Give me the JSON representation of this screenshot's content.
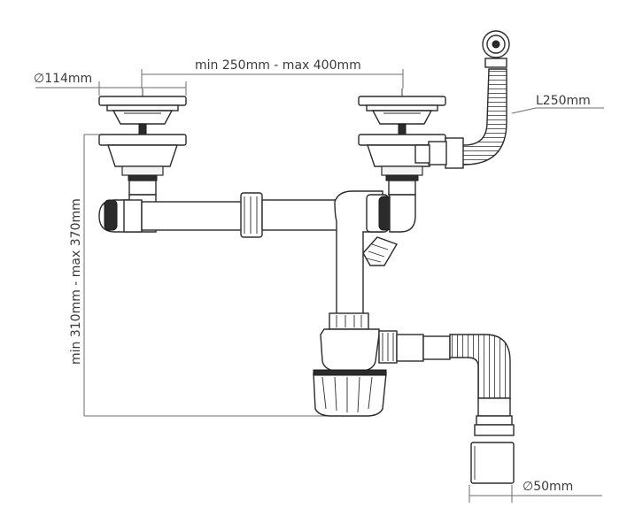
{
  "labels": {
    "strainer_diameter": "∅114mm",
    "strainer_spacing": "min 250mm - max 400mm",
    "overflow_hose_length": "L250mm",
    "height_range": "min 310mm - max 370mm",
    "outlet_diameter": "∅50mm"
  },
  "colors": {
    "line": "#2b2b2b",
    "dimension": "#6b6b6b",
    "text": "#3a3a3a"
  }
}
